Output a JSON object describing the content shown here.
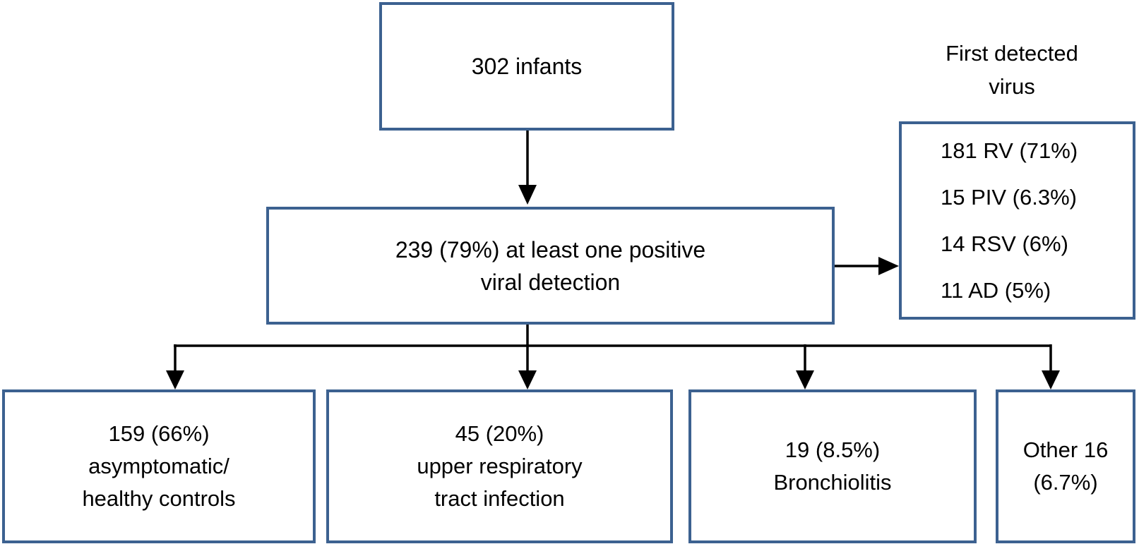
{
  "figure": {
    "type": "flowchart",
    "colors": {
      "box_border": "#3c6190",
      "connector": "#000000",
      "background": "#ffffff",
      "text": "#000000"
    },
    "boxes": {
      "infants": {
        "text": "302 infants"
      },
      "detection": {
        "line1": "239 (79%) at least one positive",
        "line2": "viral detection"
      },
      "virus_panel": {
        "title_line1": "First detected",
        "title_line2": "virus",
        "items": [
          "181 RV (71%)",
          "15 PIV (6.3%)",
          "14 RSV (6%)",
          "11 AD (5%)"
        ]
      },
      "outcomes": [
        {
          "lines": [
            "159 (66%)",
            "asymptomatic/",
            "healthy controls"
          ]
        },
        {
          "lines": [
            "45 (20%)",
            "upper respiratory",
            "tract infection"
          ]
        },
        {
          "lines": [
            "19 (8.5%)",
            "Bronchiolitis"
          ]
        },
        {
          "lines": [
            "Other 16",
            "(6.7%)"
          ]
        }
      ]
    }
  }
}
